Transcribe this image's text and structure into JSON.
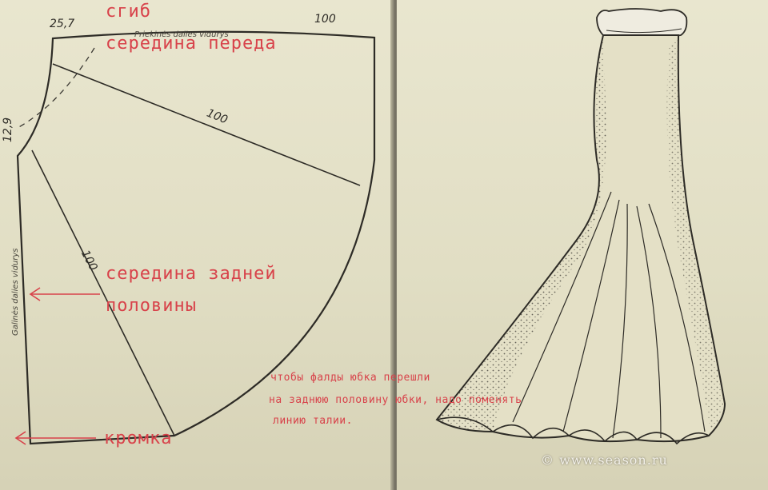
{
  "annotations": {
    "fold": "сгиб",
    "center_front": "середина переда",
    "center_back_line1": "середина задней",
    "center_back_line2": "половины",
    "hem": "кромка",
    "note_line1": "чтобы фалды юбка перешли",
    "note_line2": "на заднюю половину юбки, надо поменять",
    "note_line3": "линию талии."
  },
  "pattern_labels": {
    "waist_width": "25,7",
    "top_length": "100",
    "middle_length": "100",
    "left_length": "100",
    "side_depth": "12,9",
    "printed_text_top": "Priekinės dalies vidurys",
    "printed_text_side": "Galinės dalies vidurys"
  },
  "watermark": "© www.season.ru",
  "colors": {
    "annotation": "#d8424a",
    "paper": "#e6e3cb",
    "ink": "#2d2b26"
  }
}
